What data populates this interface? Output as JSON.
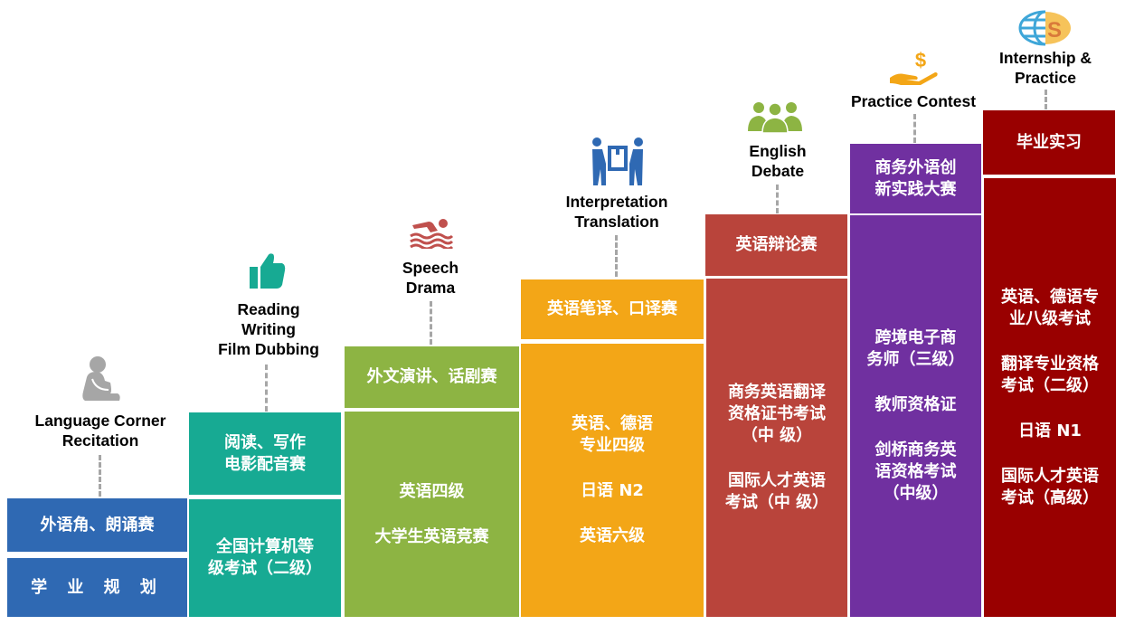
{
  "steps": [
    {
      "id": "step1",
      "title_lines": [
        "Language Corner",
        "Recitation"
      ],
      "icon": "sitting-person-icon",
      "color": "#2f69b3",
      "top_box": [
        "外语角、朗诵赛"
      ],
      "bottom_box": [
        "学 业 规 划"
      ]
    },
    {
      "id": "step2",
      "title_lines": [
        "Reading",
        "Writing",
        "Film Dubbing"
      ],
      "icon": "thumbs-up-icon",
      "color": "#17aa93",
      "top_box": [
        "阅读、写作",
        "电影配音赛"
      ],
      "bottom_box": [
        "全国计算机等",
        "级考试（二级）"
      ]
    },
    {
      "id": "step3",
      "title_lines": [
        "Speech",
        "Drama"
      ],
      "icon": "swimmer-icon",
      "color": "#8db443",
      "top_box": [
        "外文演讲、话剧赛"
      ],
      "bottom_items": [
        [
          "英语四级"
        ],
        [
          "大学生英语竞赛"
        ]
      ]
    },
    {
      "id": "step4",
      "title_lines": [
        "Interpretation",
        "Translation"
      ],
      "icon": "people-carrying-box-icon",
      "color": "#f3a617",
      "top_box": [
        "英语笔译、口译赛"
      ],
      "bottom_items": [
        [
          "英语、德语",
          "专业四级"
        ],
        [
          "日语 N2"
        ],
        [
          "英语六级"
        ]
      ]
    },
    {
      "id": "step5",
      "title_lines": [
        "English",
        "Debate"
      ],
      "icon": "group-people-icon",
      "color": "#b9443b",
      "top_box": [
        "英语辩论赛"
      ],
      "bottom_items": [
        [
          "商务英语翻译",
          "资格证书考试",
          "（中 级）"
        ],
        [
          "国际人才英语",
          "考试（中 级）"
        ]
      ]
    },
    {
      "id": "step6",
      "title_lines": [
        "Practice Contest"
      ],
      "icon": "hand-dollar-icon",
      "color": "#7030a0",
      "top_box": [
        "商务外语创",
        "新实践大赛"
      ],
      "bottom_items": [
        [
          "跨境电子商",
          "务师（三级）"
        ],
        [
          "教师资格证"
        ],
        [
          "剑桥商务英",
          "语资格考试",
          "（中级）"
        ]
      ]
    },
    {
      "id": "step7",
      "title_lines": [
        "Internship &",
        "Practice"
      ],
      "icon": "globe-dollar-icon",
      "color": "#990000",
      "top_box": [
        "毕业实习"
      ],
      "bottom_items": [
        [
          "英语、德语专",
          "业八级考试"
        ],
        [
          "翻译专业资格",
          "考试（二级）"
        ],
        [
          "日语 N1"
        ],
        [
          "国际人才英语",
          "考试（高级）"
        ]
      ]
    }
  ],
  "icon_colors": {
    "gray": "#a6a6a6",
    "teal": "#17aa93",
    "red": "#c0504d",
    "blue": "#2f69b3",
    "green": "#8db443",
    "orange": "#f3a617",
    "gold": "#f6c35a"
  }
}
